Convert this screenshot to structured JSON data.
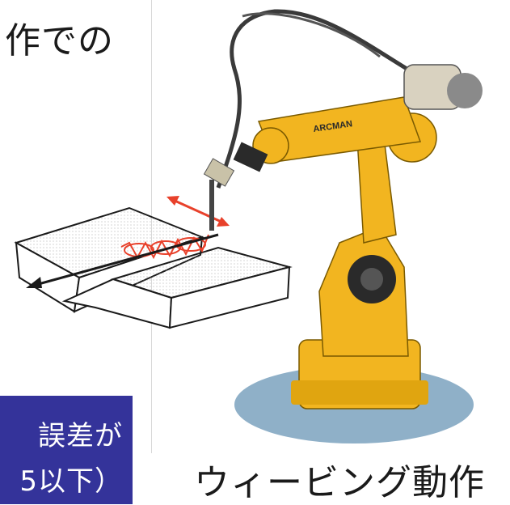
{
  "top_text": "作での",
  "caption": "ウィービング動作",
  "note": {
    "line1": "誤差が",
    "line2": "5以下）"
  },
  "robot": {
    "brand_label": "ARCMAN"
  },
  "colors": {
    "robot_body": "#f2b520",
    "robot_dark": "#2a2a2a",
    "weave_accent": "#e8412b",
    "floor_shadow": "#8fb0c8",
    "note_bg": "#34339a"
  }
}
